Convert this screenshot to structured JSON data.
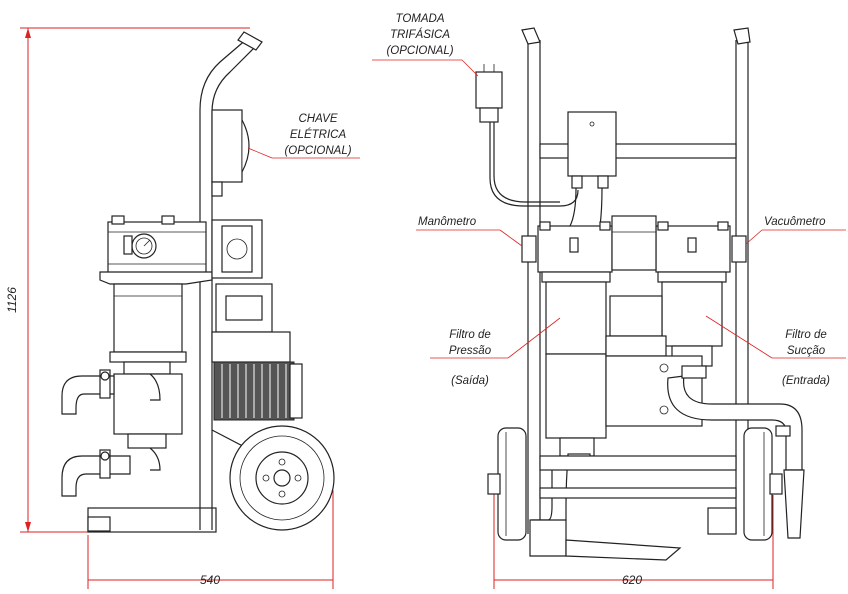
{
  "labels": {
    "tomada": [
      "TOMADA",
      "TRIFÁSICA",
      "(OPCIONAL)"
    ],
    "chave": [
      "CHAVE",
      "ELÉTRICA",
      "(OPCIONAL)"
    ],
    "manometro": "Manômetro",
    "vacuometro": "Vacuômetro",
    "filtro_pressao": [
      "Filtro de",
      "Pressão",
      "(Saída)"
    ],
    "filtro_succao": [
      "Filtro de",
      "Sucção",
      "(Entrada)"
    ]
  },
  "dimensions": {
    "height": "1126",
    "side_width": "540",
    "front_width": "620"
  },
  "colors": {
    "line": "#222222",
    "dimension_line": "#d22222",
    "motor_dark": "#555555"
  }
}
